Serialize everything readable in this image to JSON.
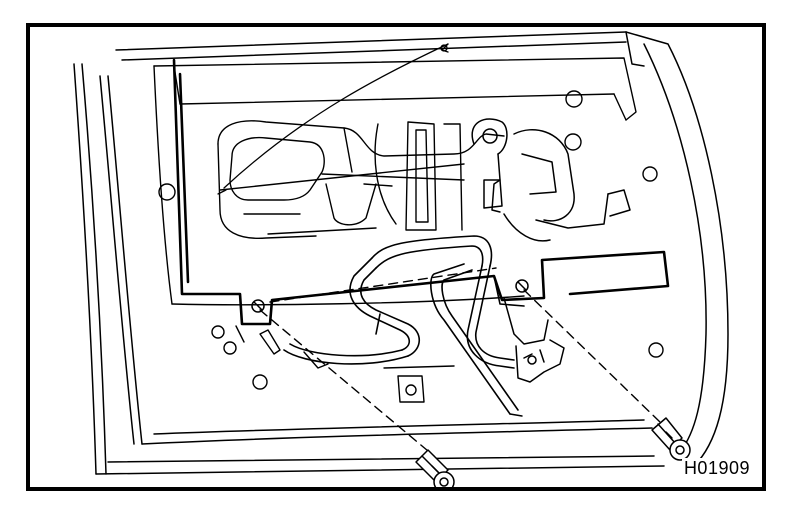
{
  "figure": {
    "code": "H01909",
    "line_color": "#000000",
    "background": "#ffffff",
    "content": "door-panel-inner-assembly",
    "fasteners": [
      "bolt-left",
      "bolt-right"
    ]
  }
}
